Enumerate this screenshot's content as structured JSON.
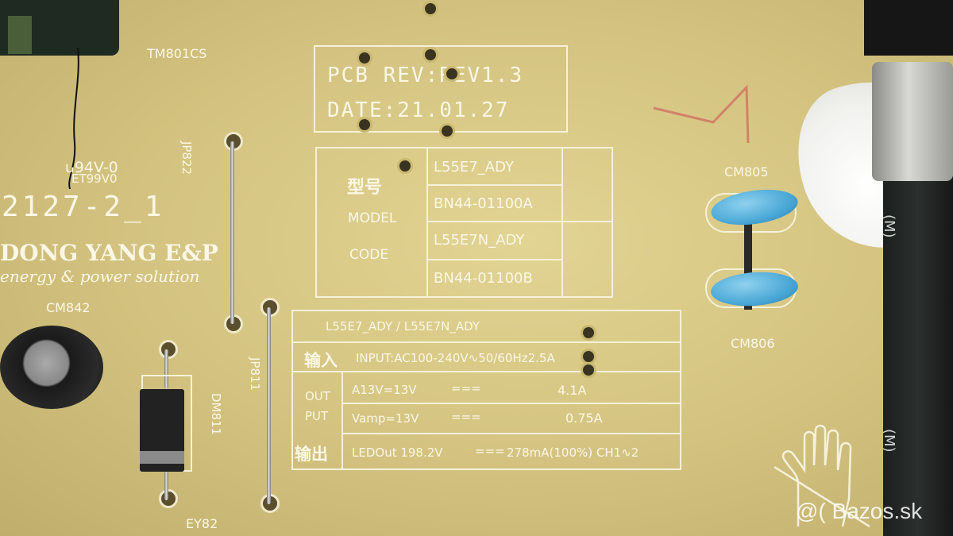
{
  "pcb_rev": "PCB REV:REV1.3",
  "pcb_date": "DATE:21.01.27",
  "tm_label": "TM801CS",
  "model_table": {
    "cn_label": "型号",
    "model_label": "MODEL",
    "code_label": "CODE",
    "rows": [
      "L55E7_ADY",
      "BN44-01100A",
      "L55E7N_ADY",
      "BN44-01100B"
    ]
  },
  "ratings": {
    "header": "L55E7_ADY / L55E7N_ADY",
    "input_cn": "输入",
    "input": "INPUT:AC100-240V∿50/60Hz2.5A",
    "out_label": "OUT",
    "put_label": "PUT",
    "output_cn": "输出",
    "a13v": "A13V=13V",
    "a13v_current": "4.1A",
    "vamp": "Vamp=13V",
    "vamp_current": "0.75A",
    "led_out": "LEDOut  198.2V",
    "led_current": "278mA(100%) CH1∿2",
    "dc_symbol": "==="
  },
  "refs": {
    "jp822": "JP822",
    "jp811": "JP811",
    "cm805": "CM805",
    "cm806": "CM806",
    "cm842": "CM842",
    "dm811": "DM811",
    "ey82": "EY82"
  },
  "left_marks": {
    "ul": "ꭎ94V-0",
    "et": "ET99V0",
    "code_num": "2127-2_1",
    "company": "DONG YANG E&P",
    "slogan": "energy & power solution"
  },
  "watermark": "Bazos.sk",
  "colors": {
    "silkscreen": "#f6f1da",
    "board": "#d6c685",
    "capacitor_blue": "#4aa8d6"
  }
}
